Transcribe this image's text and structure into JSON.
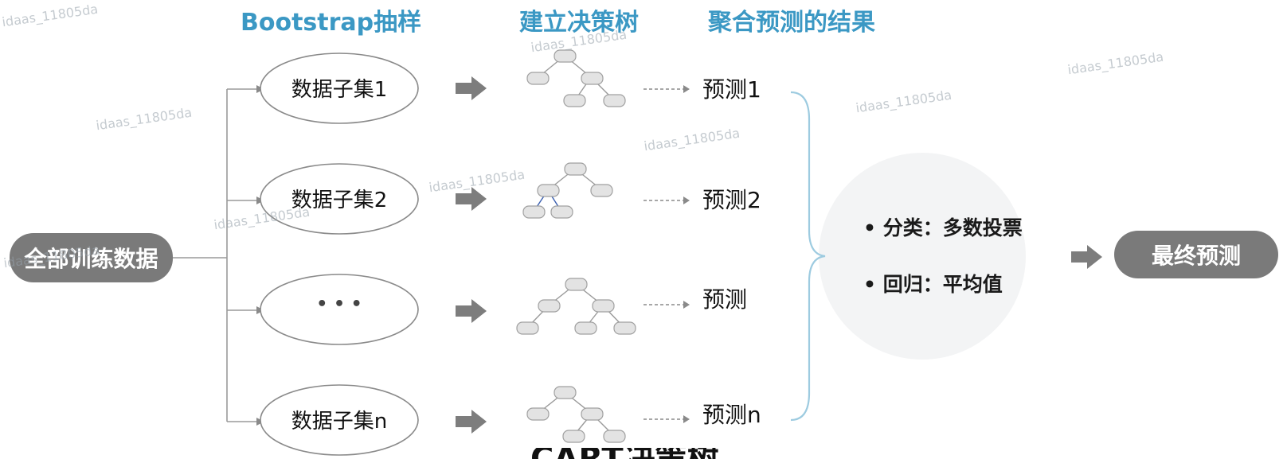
{
  "stages": {
    "bootstrap": "Bootstrap抽样",
    "build_trees": "建立决策树",
    "aggregate": "聚合预测的结果"
  },
  "source_node": "全部训练数据",
  "subsets": [
    "数据子集1",
    "数据子集2",
    "• • •",
    "数据子集n"
  ],
  "predictions": [
    "预测1",
    "预测2",
    "预测",
    "预测n"
  ],
  "aggregation_rules": [
    "分类：多数投票",
    "回归：平均值"
  ],
  "final_node": "最终预测",
  "bottom_subtitle_fragment": "CART决策树",
  "watermark_text": "idaas_11805da",
  "colors": {
    "title_accent": "#3b98c4",
    "pill_fill": "#7a7a7a",
    "arrow_fill": "#7d7d7d",
    "tree_node_fill": "#e3e3e3",
    "brace_stroke": "#9dcbe0",
    "circle_fill": "#f3f4f5"
  }
}
